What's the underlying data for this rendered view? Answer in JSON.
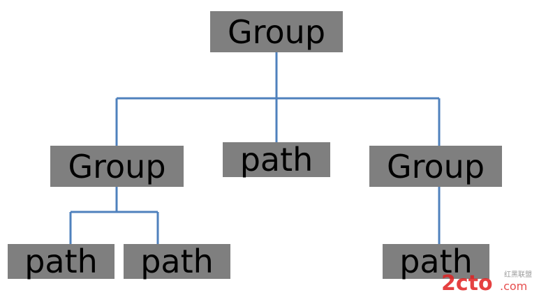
{
  "colors": {
    "node_fill": "#7f7f7f",
    "connector": "#4f81bd",
    "background": "#ffffff",
    "watermark_red": "#e02020",
    "watermark_gray": "#9a9a9a"
  },
  "nodes": {
    "root": "Group",
    "left_group": "Group",
    "middle_path": "path",
    "right_group": "Group",
    "left_path_1": "path",
    "left_path_2": "path",
    "right_path": "path"
  },
  "watermark": {
    "logo_text": "2cto",
    "domain_text": ".com",
    "tagline": "红黑联盟"
  }
}
